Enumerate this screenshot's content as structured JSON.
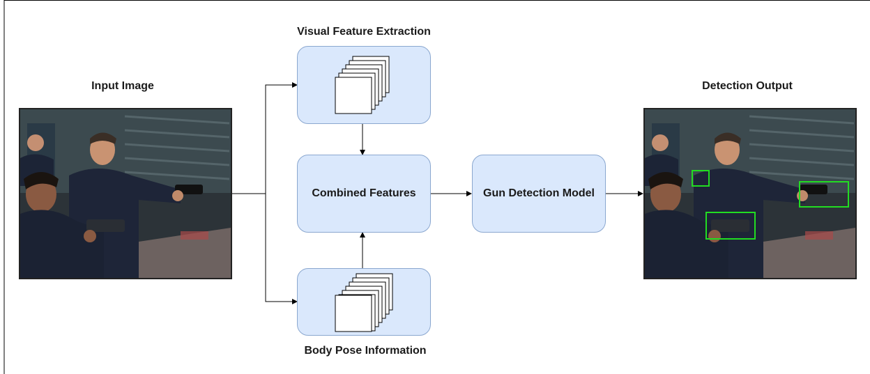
{
  "labels": {
    "input_image": "Input Image",
    "detection_output": "Detection Output",
    "visual_feature_extraction": "Visual Feature Extraction",
    "body_pose_information": "Body Pose Information"
  },
  "nodes": {
    "combined_features": "Combined Features",
    "gun_detection_model": "Gun Detection Model"
  },
  "detections": {
    "count": 3,
    "box_color": "#22dd22"
  },
  "colors": {
    "node_fill": "#dae8fc",
    "node_border": "#8aa7cf",
    "arrow": "#000000"
  }
}
